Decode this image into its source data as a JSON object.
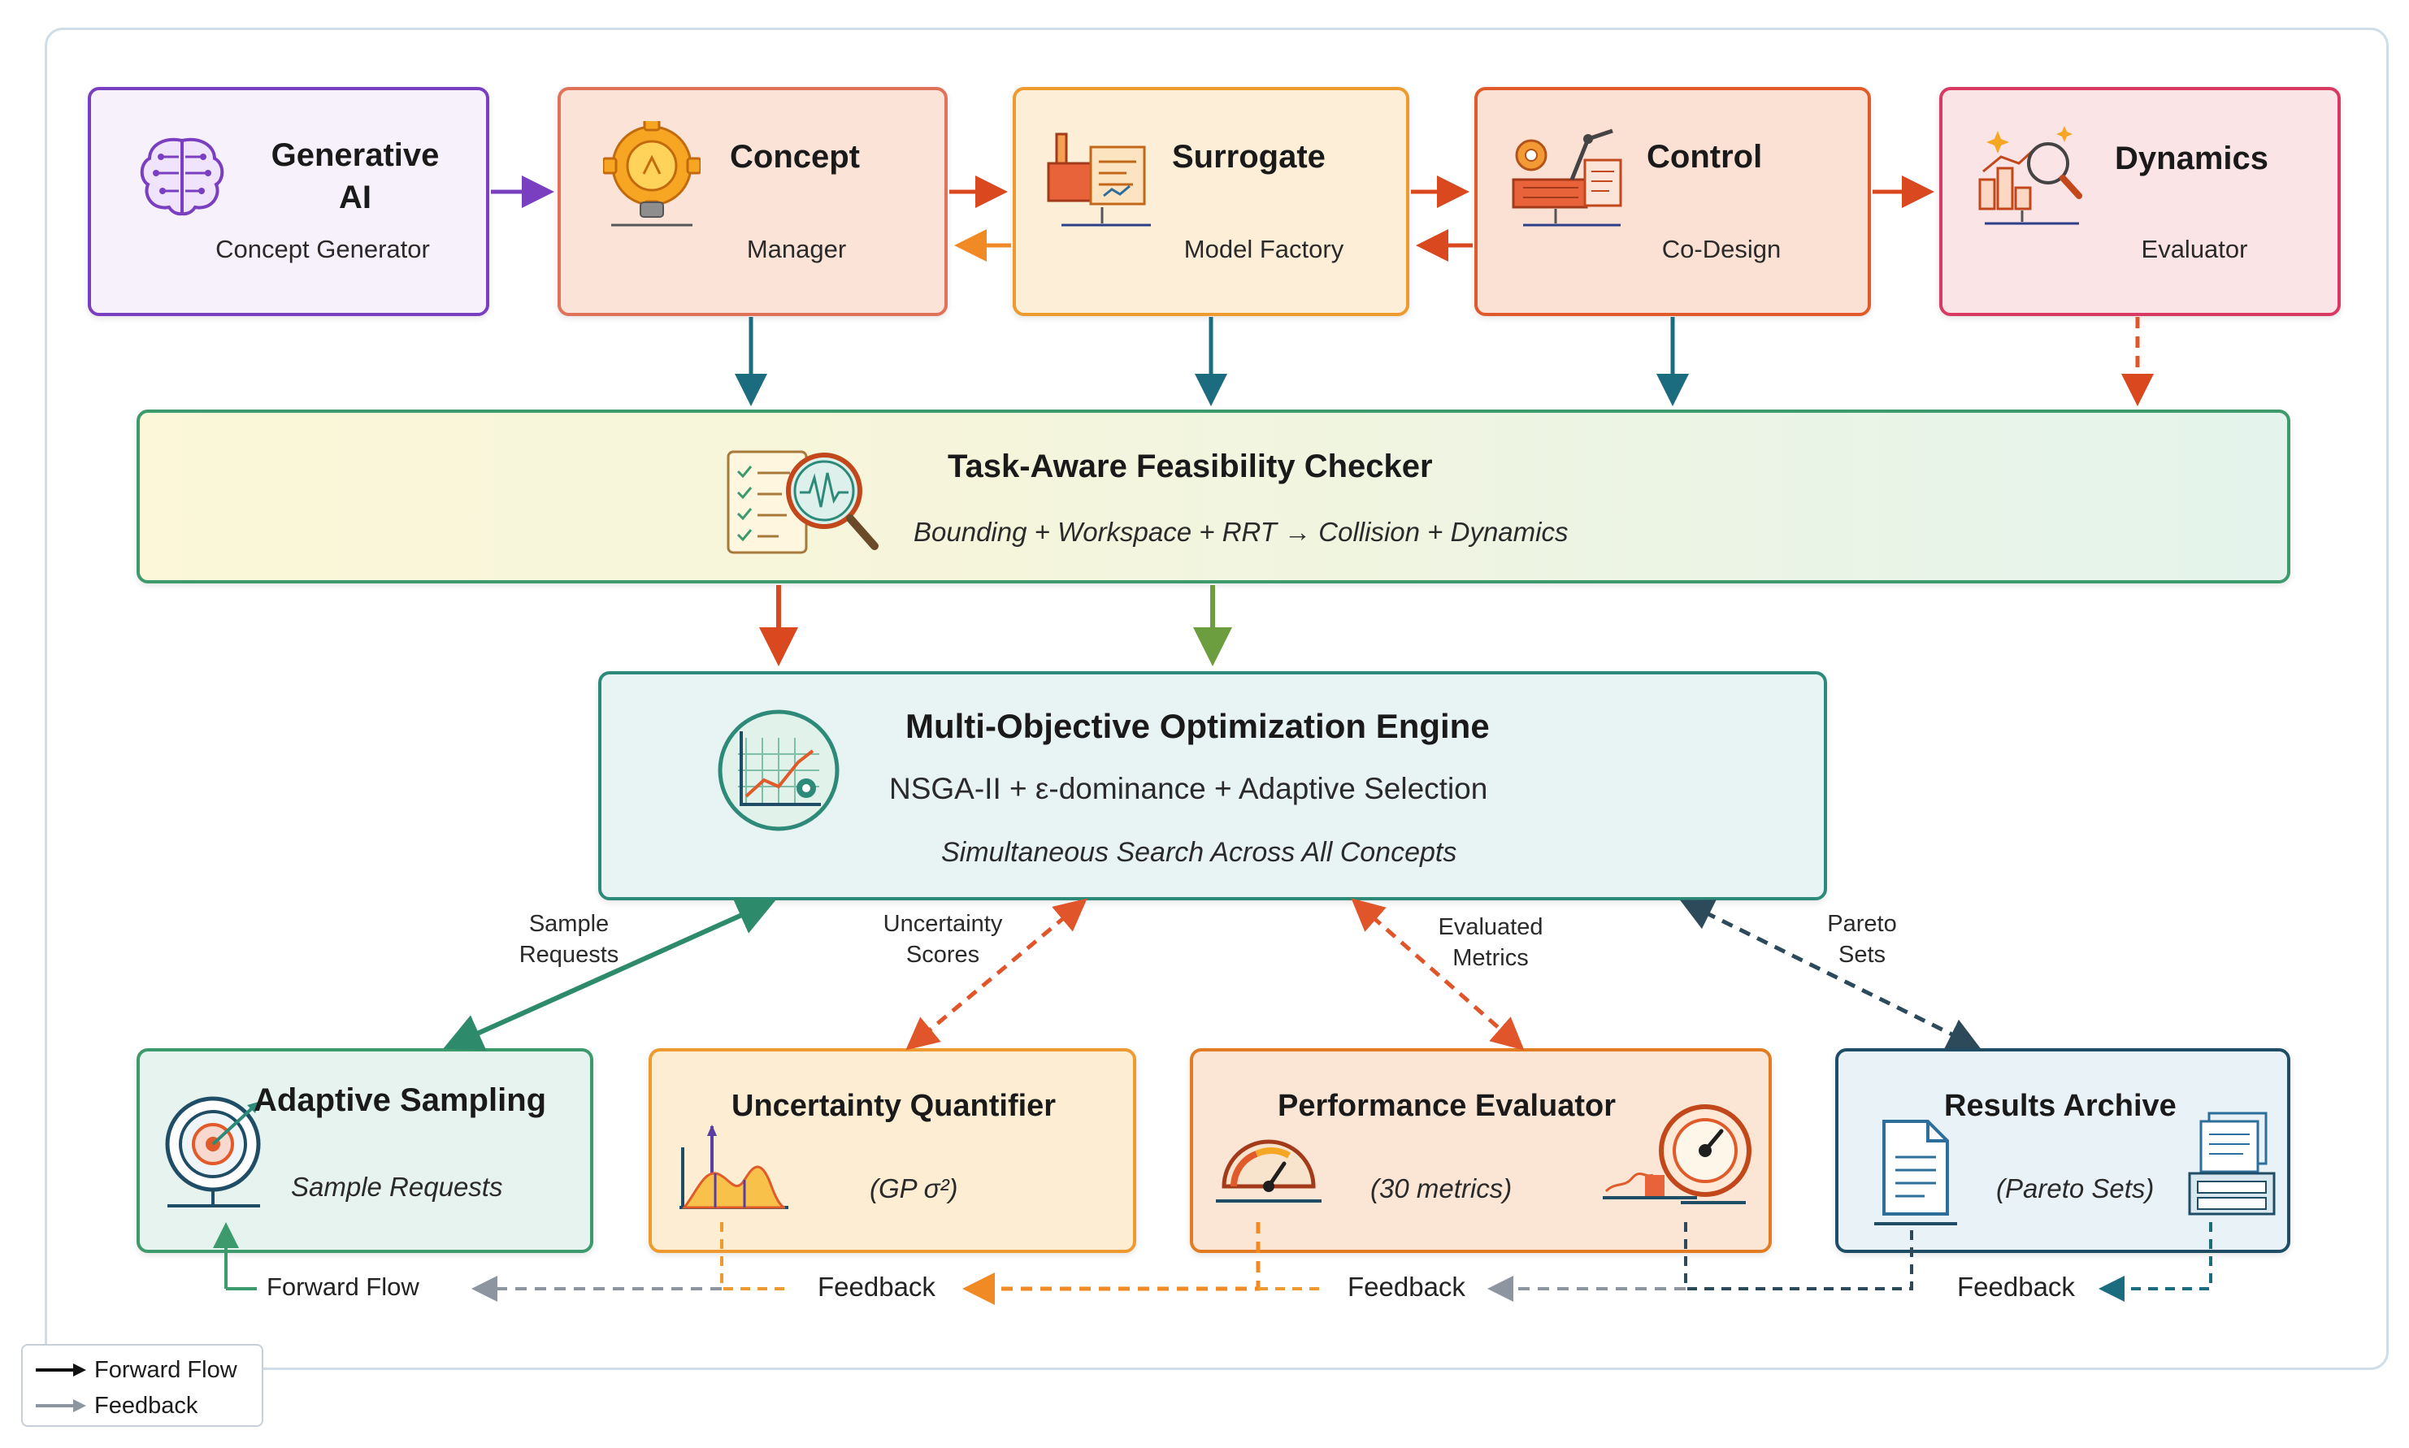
{
  "colors": {
    "purple": "#7a3fc0",
    "salmon": "#e0715a",
    "orange": "#ef9a2e",
    "red_orange": "#e05a2a",
    "crimson": "#d83a63",
    "green": "#3d9a6c",
    "teal": "#2d8a78",
    "deep_orange": "#e27c22",
    "navy": "#1f4d66",
    "arrow_teal": "#1c6c80",
    "arrow_red": "#d9481f",
    "arrow_green": "#6c9d3e",
    "grey": "#8c95a0"
  },
  "top_modules": [
    {
      "title_line1": "Generative",
      "title_line2": "AI",
      "subtitle": "Concept Generator",
      "icon": "brain-circuit-icon"
    },
    {
      "title": "Concept",
      "subtitle": "Manager",
      "icon": "lightbulb-gear-icon"
    },
    {
      "title": "Surrogate",
      "subtitle": "Model Factory",
      "icon": "factory-icon"
    },
    {
      "title": "Control",
      "subtitle": "Co-Design",
      "icon": "robot-arm-icon"
    },
    {
      "title": "Dynamics",
      "subtitle": "Evaluator",
      "icon": "chart-magnifier-icon"
    }
  ],
  "feasibility": {
    "title": "Task-Aware Feasibility Checker",
    "pipeline": "Bounding + Workspace + RRT → Collision + Dynamics",
    "icon": "checklist-magnifier-icon"
  },
  "engine": {
    "title": "Multi-Objective Optimization Engine",
    "methods": "NSGA-II + ε-dominance + Adaptive Selection",
    "tagline": "Simultaneous Search Across All Concepts",
    "icon": "optimization-chart-icon"
  },
  "links": {
    "sample_requests": [
      "Sample",
      "Requests"
    ],
    "uncertainty_scores": [
      "Uncertainty",
      "Scores"
    ],
    "evaluated_metrics": [
      "Evaluated",
      "Metrics"
    ],
    "pareto_sets": [
      "Pareto",
      "Sets"
    ]
  },
  "bottom_modules": [
    {
      "title": "Adaptive Sampling",
      "subtitle": "Sample Requests",
      "icon": "target-icon"
    },
    {
      "title": "Uncertainty Quantifier",
      "subtitle": "(GP σ²)",
      "icon": "distribution-chart-icon"
    },
    {
      "title": "Performance Evaluator",
      "subtitle": "(30 metrics)",
      "icon": "gauge-icon"
    },
    {
      "title": "Results Archive",
      "subtitle": "(Pareto Sets)",
      "icon": "document-archive-icon"
    }
  ],
  "flow_labels": {
    "forward": "Forward Flow",
    "feedback_1": "Feedback",
    "feedback_2": "Feedback",
    "feedback_3": "Feedback"
  },
  "legend": {
    "forward": "Forward Flow",
    "feedback": "Feedback"
  }
}
